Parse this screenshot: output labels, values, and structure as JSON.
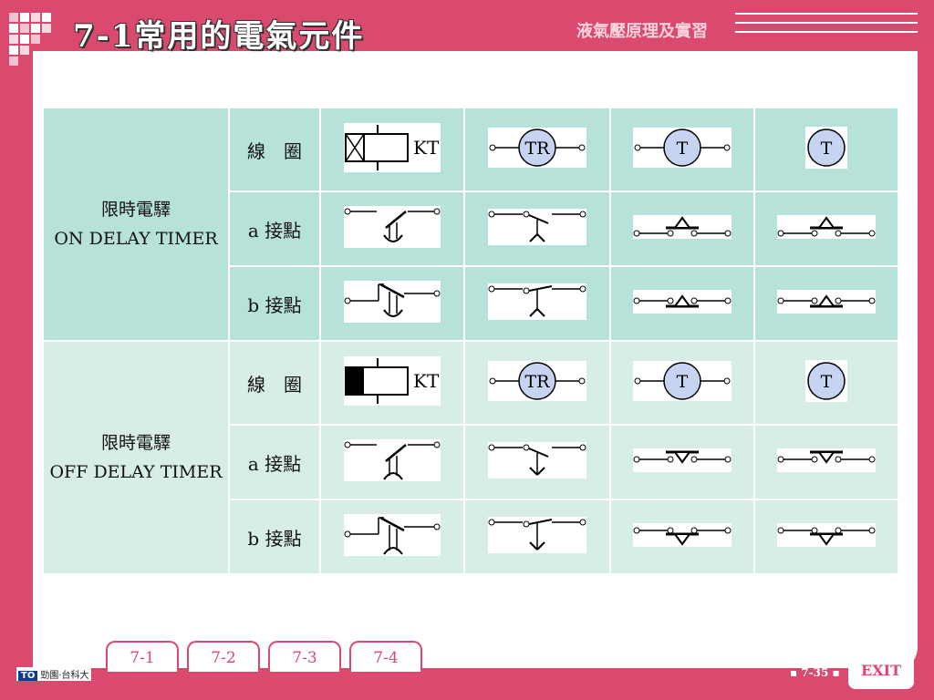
{
  "header": {
    "title": "7-1常用的電氣元件",
    "subtitle": "液氣壓原理及實習"
  },
  "table": {
    "groups": [
      {
        "name": "限時電驛",
        "name_en": "ON DELAY TIMER",
        "rows": [
          {
            "kind": "線　圈"
          },
          {
            "kind": "a 接點"
          },
          {
            "kind": "b 接點"
          }
        ]
      },
      {
        "name": "限時電驛",
        "name_en": "OFF DELAY TIMER",
        "rows": [
          {
            "kind": "線　圈"
          },
          {
            "kind": "a 接點"
          },
          {
            "kind": "b 接點"
          }
        ]
      }
    ],
    "symbol_labels": {
      "kt": "KT",
      "tr": "TR",
      "t": "T"
    }
  },
  "nav": {
    "tabs": [
      {
        "label": "7-1"
      },
      {
        "label": "7-2"
      },
      {
        "label": "7-3"
      },
      {
        "label": "7-4"
      }
    ],
    "page": "▪ 7-35 ▪",
    "exit": "EXIT",
    "brand": "勁園‧台科大"
  },
  "colors": {
    "frame": "#d94a6e",
    "on_rows": "#b7e2d9",
    "off_rows": "#d7ede8",
    "symbol_fill": "#c6d4f2"
  }
}
